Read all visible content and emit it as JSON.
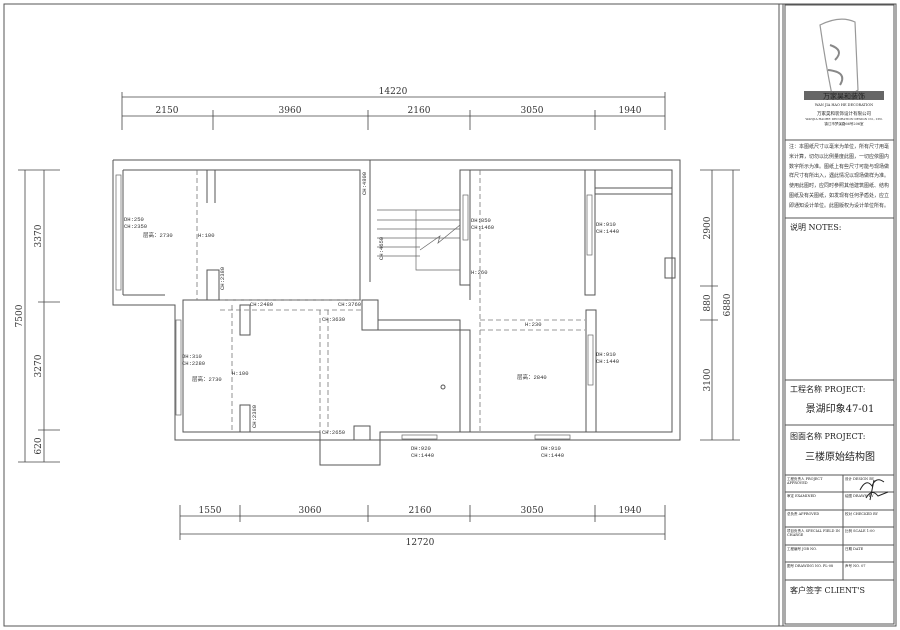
{
  "drawing": {
    "top_overall": "14220",
    "top_dims": [
      "2150",
      "3960",
      "2160",
      "3050",
      "1940"
    ],
    "bottom_overall": "12720",
    "bottom_dims": [
      "1550",
      "3060",
      "2160",
      "3050",
      "1940"
    ],
    "left_overall": "7500",
    "left_dims": [
      "3370",
      "3270",
      "620"
    ],
    "right_overall": "6880",
    "right_dims": [
      "2900",
      "880",
      "3100"
    ],
    "labels": {
      "dh250": "DH:250",
      "ch2350": "CH:2350",
      "floor2730a": "层高：2730",
      "h100a": "H:100",
      "ch2380a": "CH:2380",
      "ch2480": "CH:2480",
      "ch3760": "CH:3760",
      "ch4800": "CH:4800",
      "ch4650": "CH:4650",
      "dh850": "DH:850",
      "ch1460": "CH:1460",
      "h260": "H:260",
      "dh910a": "DH:910",
      "ch1440a": "CH:1440",
      "h230": "H:230",
      "ch3630": "CH:3630",
      "dh310": "DH:310",
      "ch2280": "CH:2280",
      "floor2730b": "层高：2730",
      "h100b": "H:100",
      "ch2380b": "CH:2380",
      "ch2650": "CH:2650",
      "dh920": "DH:920",
      "ch1440b": "CH:1440",
      "dh910b": "DH:910",
      "ch1440c": "CH:1440",
      "floor2840": "层高：2840",
      "dh910c": "DH:910",
      "ch1440d": "CH:1440"
    }
  },
  "title_block": {
    "logo_text": "万家昊和装饰",
    "logo_sub": "WAN JIA HAO HE DECORATION",
    "company": "万家昊和装饰设计有限公司",
    "company_en": "WANJIA HAOHE DECORATION DESIGN CO., LTD.",
    "address": "镇江市梦溪路66号206室",
    "notes_text": "注：本图纸尺寸以毫米为单位，所有尺寸用毫米计算，切勿以比例量度此图，一切应依图内数字所示为准。图纸上有些尺寸可能与现场做样尺寸有所出入，遇此情况以现场做样为准。使用此图时，应同时参照其他建筑图纸、结构图纸及有关图纸，如发现有任何矛盾处，应立即通知设计单位。此图版权为设计单位所有。",
    "notes_label": "说明  NOTES:",
    "project_label": "工程名称 PROJECT:",
    "project_name": "景湖印象47-01",
    "drawing_label": "图面名称 PROJECT:",
    "drawing_name": "三楼原始结构图",
    "rows": [
      [
        "工程负责人 PROJECT APPROVED",
        "设计 DESIGN BY"
      ],
      [
        "审定 EXAMINED",
        "绘图 DRAWN BY"
      ],
      [
        "总负责 APPROVED",
        "校对 CHECKED BY"
      ],
      [
        "项目负责人 SPECIAL FIELD IN CHARGE",
        "比例 SCALE 1:00"
      ],
      [
        "工程编号 JOB NO.",
        "日期 DATE"
      ],
      [
        "图号 DRAWING NO. PL-08",
        "声号 NO. 07"
      ]
    ],
    "client_label": "客户签字 CLIENT'S"
  }
}
